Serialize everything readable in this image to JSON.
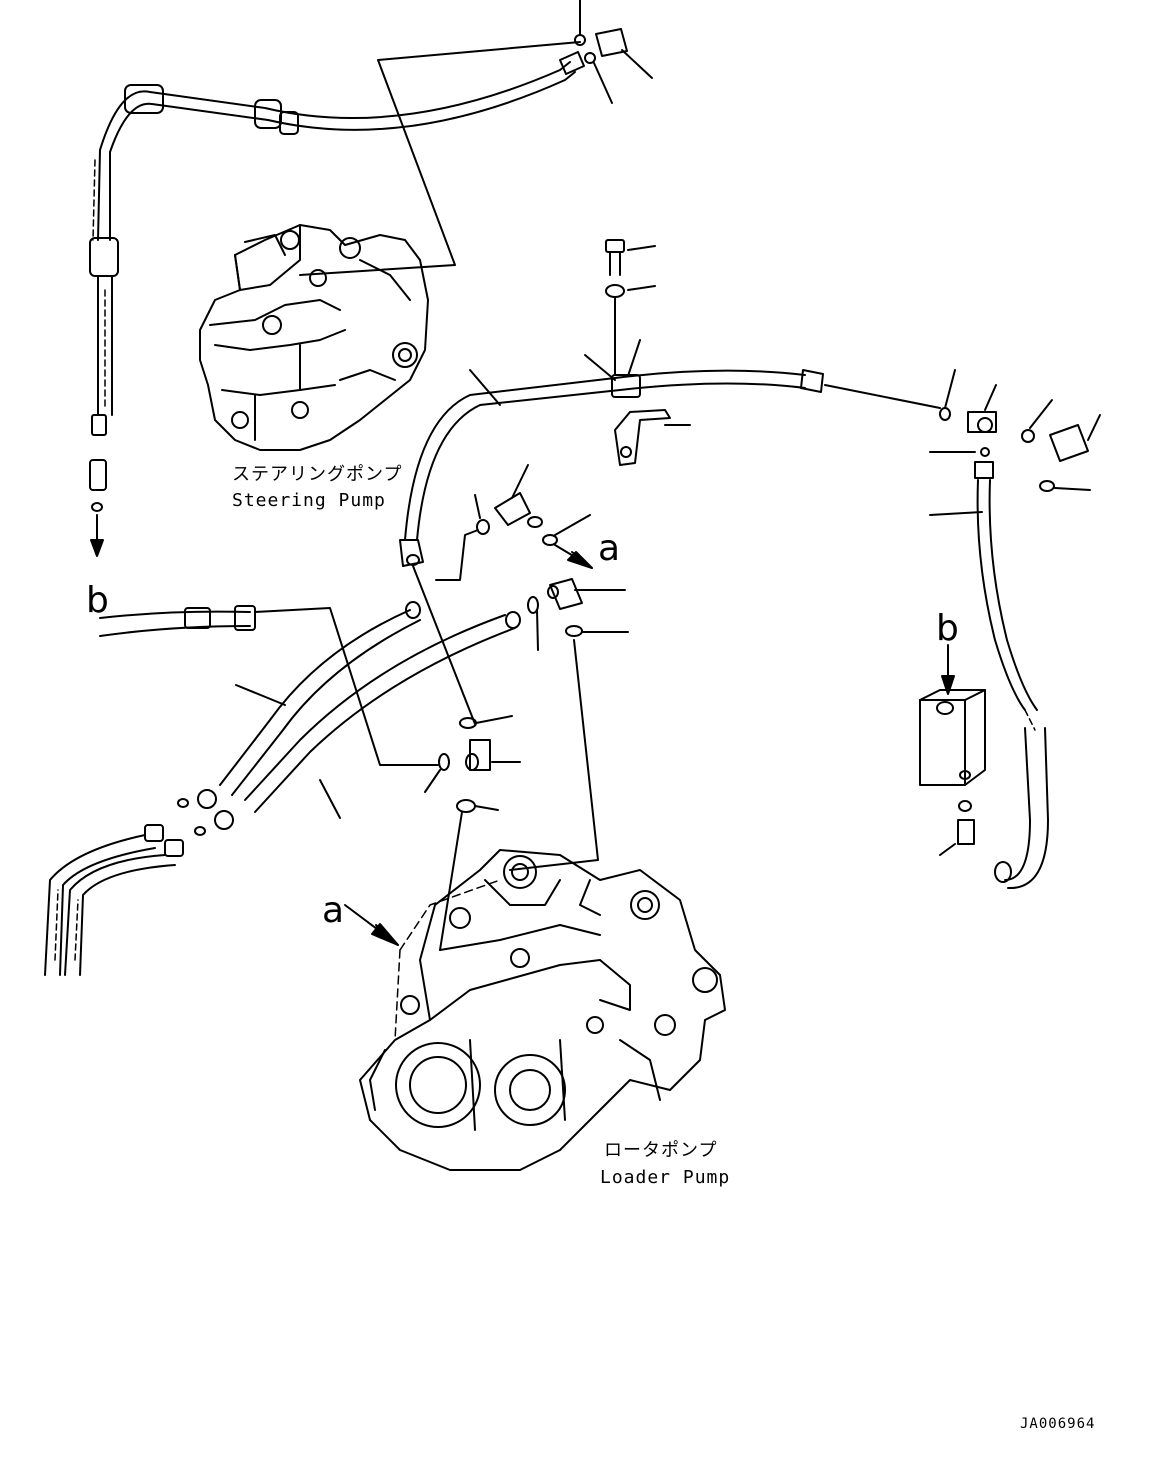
{
  "labels": {
    "steering_pump_jp": "ステアリングポンプ",
    "steering_pump_en": "Steering Pump",
    "loader_pump_jp": "ロータポンプ",
    "loader_pump_en": "Loader Pump",
    "ref_a_upper": "a",
    "ref_a_lower": "a",
    "ref_b_left": "b",
    "ref_b_right": "b",
    "drawing_id": "JA006964"
  }
}
